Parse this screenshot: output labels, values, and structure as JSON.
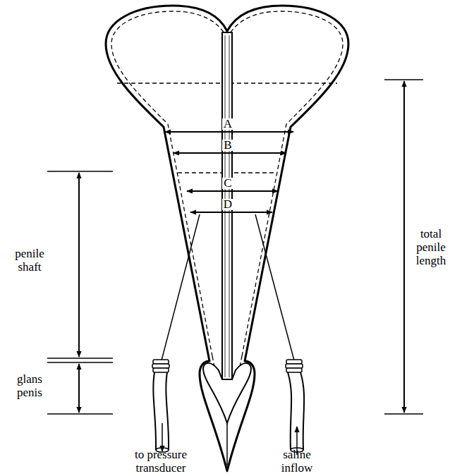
{
  "diagram": {
    "labels": [
      "A",
      "B",
      "C",
      "D",
      "penile shaft",
      "glans penis",
      "total penile length",
      "to pressure transducer",
      "saline inflow"
    ]
  }
}
